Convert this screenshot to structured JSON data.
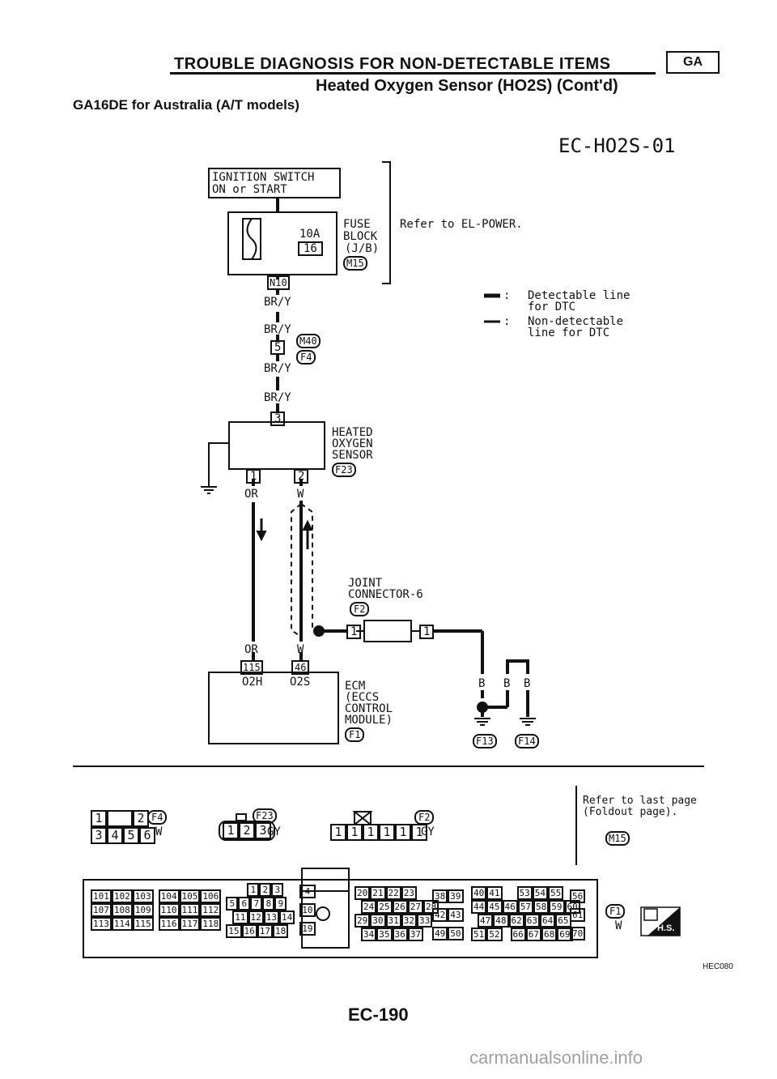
{
  "header": {
    "title": "TROUBLE DIAGNOSIS FOR NON-DETECTABLE ITEMS",
    "badge": "GA",
    "subtitle": "Heated Oxygen Sensor (HO2S) (Cont'd)",
    "model": "GA16DE for Australia (A/T models)"
  },
  "diagram": {
    "code": "EC-HO2S-01",
    "ignition": {
      "line1": "IGNITION SWITCH",
      "line2": "ON or START"
    },
    "fuse": {
      "amp": "10A",
      "num": "16",
      "label1": "FUSE",
      "label2": "BLOCK",
      "label3": "(J/B)",
      "conn": "M15",
      "pin": "N10"
    },
    "refer": "Refer to EL-POWER.",
    "legend": {
      "detectable1": "Detectable line",
      "detectable2": "for DTC",
      "nondetect1": "Non-detectable",
      "nondetect2": "line for DTC",
      "sep": ":"
    },
    "wires": {
      "bry": "BR/Y",
      "or": "OR",
      "w": "W",
      "b": "B"
    },
    "connectors": {
      "m40": "M40",
      "f4": "F4",
      "f23": "F23",
      "f2": "F2",
      "f1": "F1",
      "f13": "F13",
      "f14": "F14"
    },
    "pins": {
      "p5": "5",
      "p3": "3",
      "p1": "1",
      "p2": "2",
      "p115": "115",
      "p46": "46",
      "j1a": "1",
      "j1b": "1"
    },
    "sensor": {
      "line1": "HEATED",
      "line2": "OXYGEN",
      "line3": "SENSOR"
    },
    "joint": {
      "line1": "JOINT",
      "line2": "CONNECTOR-6"
    },
    "ecm": {
      "o2h": "O2H",
      "o2s": "O2S",
      "line1": "ECM",
      "line2": "(ECCS",
      "line3": "CONTROL",
      "line4": "MODULE)"
    }
  },
  "connector_views": {
    "f4": {
      "top": [
        "1",
        "",
        "2"
      ],
      "bottom": [
        "3",
        "4",
        "5",
        "6"
      ],
      "name": "F4",
      "color": "W"
    },
    "f23": {
      "pins": [
        "1",
        "2",
        "3"
      ],
      "name": "F23",
      "color": "GY"
    },
    "f2": {
      "pins": [
        "1",
        "1",
        "1",
        "1",
        "1",
        "1"
      ],
      "name": "F2",
      "color": "GY"
    },
    "refer_last": {
      "line1": "Refer to last page",
      "line2": "(Foldout page).",
      "conn": "M15"
    },
    "ecm_conn": {
      "g1": [
        [
          "101",
          "102",
          "103"
        ],
        [
          "107",
          "108",
          "109"
        ],
        [
          "113",
          "114",
          "115"
        ]
      ],
      "g2": [
        [
          "104",
          "105",
          "106"
        ],
        [
          "110",
          "111",
          "112"
        ],
        [
          "116",
          "117",
          "118"
        ]
      ],
      "g3": [
        [
          "1",
          "2",
          "3"
        ],
        [
          "5",
          "6",
          "7",
          "8",
          "9"
        ],
        [
          "11",
          "12",
          "13",
          "14"
        ],
        [
          "15",
          "16",
          "17",
          "18"
        ]
      ],
      "g4": [
        "4",
        "10",
        "19"
      ],
      "g5": [
        [
          "20",
          "21",
          "22",
          "23"
        ],
        [
          "24",
          "25",
          "26",
          "27",
          "28"
        ],
        [
          "29",
          "30",
          "31",
          "32",
          "33"
        ],
        [
          "34",
          "35",
          "36",
          "37"
        ]
      ],
      "g6": [
        [
          "38",
          "39"
        ],
        [
          "42",
          "43"
        ],
        [
          "49",
          "50"
        ]
      ],
      "g7": [
        [
          "40",
          "41"
        ],
        [
          "44",
          "45",
          "46",
          "57",
          "58",
          "59",
          "60"
        ],
        [
          "47",
          "48",
          "62",
          "63",
          "64",
          "65"
        ],
        [
          "51",
          "52"
        ]
      ],
      "g7b": [
        "53",
        "54",
        "55"
      ],
      "g7c": [
        "66",
        "67",
        "68",
        "69"
      ],
      "g8": [
        "56",
        "61",
        "70"
      ],
      "name": "F1",
      "color": "W",
      "hs": "H.S."
    }
  },
  "footer": {
    "ref": "HEC080",
    "page": "EC-190",
    "watermark": "carmanualsonline.info"
  }
}
